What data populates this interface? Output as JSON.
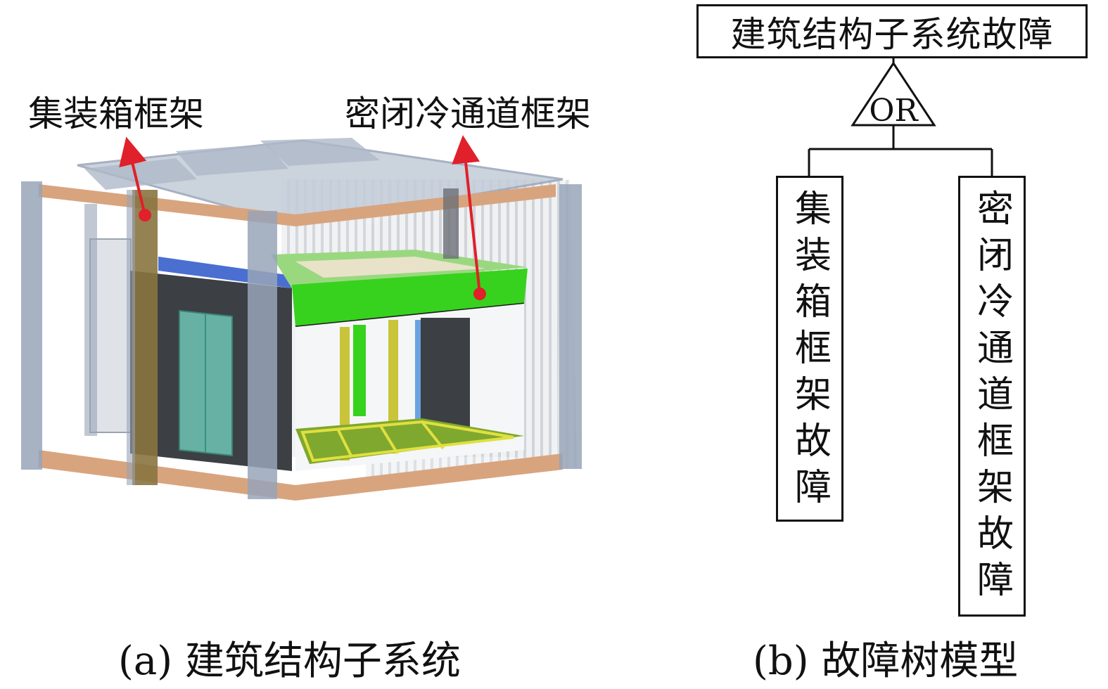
{
  "figure_a": {
    "label_container_frame": "集装箱框架",
    "label_sealed_aisle_frame": "密闭冷通道框架",
    "caption": "(a) 建筑结构子系统"
  },
  "figure_b": {
    "top_event": "建筑结构子系统故障",
    "gate": "OR",
    "child_left": "集装箱框架故障",
    "child_right": "密闭冷通道框架故障",
    "caption": "(b) 故障树模型"
  },
  "colors": {
    "annotation_red": "#e0202a",
    "frame_gray": "#98a4b8",
    "wood": "#d8a47e",
    "aisle_green": "#37d21d",
    "glass_teal": "#6ec6b4",
    "line": "#111111"
  }
}
